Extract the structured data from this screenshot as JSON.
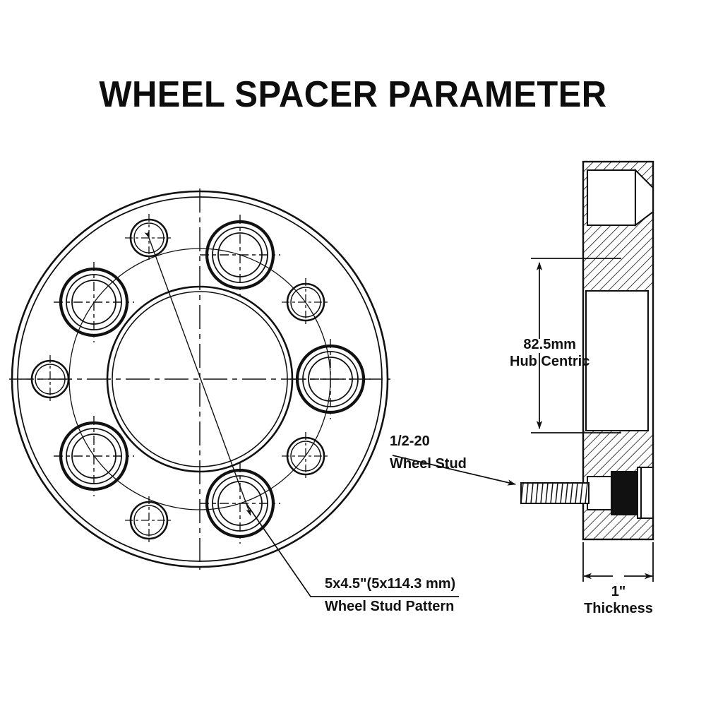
{
  "page": {
    "title": "WHEEL SPACER PARAMETER",
    "background_color": "#ffffff",
    "line_color": "#111111"
  },
  "drawing": {
    "type": "engineering-technical-drawing",
    "subject": "wheel spacer",
    "views": [
      {
        "name": "front-view",
        "description": "circular face view showing 5 counterbored stud holes and 5 plain holes on a bolt circle, with central hub bore"
      },
      {
        "name": "section-view",
        "description": "vertical cross-section showing hatched body, hub centric bore step, and pressed-in wheel stud"
      }
    ]
  },
  "annotations": {
    "stud_pattern": {
      "name": "wheel-stud-pattern",
      "value": "5x4.5\"(5x114.3 mm)",
      "label": "Wheel Stud Pattern"
    },
    "wheel_stud": {
      "name": "wheel-stud",
      "value": "1/2-20",
      "label": "Wheel Stud"
    },
    "hub_centric": {
      "name": "hub-centric-bore",
      "value": "82.5mm",
      "label": "Hub Centric"
    },
    "thickness": {
      "name": "spacer-thickness",
      "value": "1\"",
      "label": "Thickness"
    }
  },
  "chart_data": {
    "type": "table",
    "title": "WHEEL SPACER PARAMETER",
    "rows": [
      {
        "parameter": "Wheel Stud Pattern",
        "value": "5x4.5\"(5x114.3 mm)"
      },
      {
        "parameter": "Wheel Stud",
        "value": "1/2-20"
      },
      {
        "parameter": "Hub Centric",
        "value": "82.5mm"
      },
      {
        "parameter": "Thickness",
        "value": "1\""
      }
    ]
  }
}
